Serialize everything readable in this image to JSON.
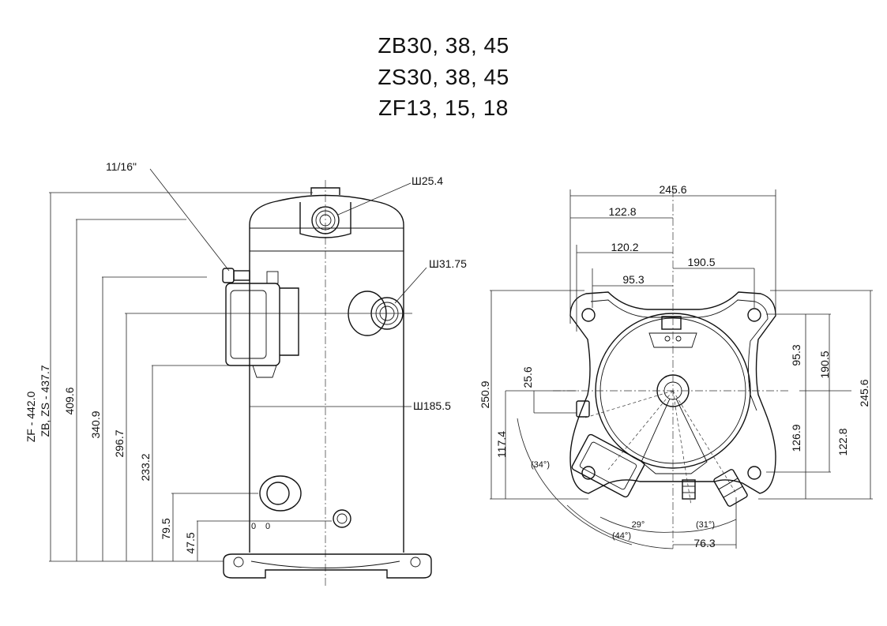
{
  "models": [
    "ZB30, 38, 45",
    "ZS30, 38, 45",
    "ZF13, 15, 18"
  ],
  "side_view": {
    "fitting_label": "11/16\"",
    "discharge_dia": "Ш25.4",
    "suction_dia": "Ш31.75",
    "shell_dia": "Ш185.5",
    "height_zf": "ZF - 442.0",
    "height_zb_zs": "ZB, ZS - 437.7",
    "h_409_6": "409.6",
    "h_340_9": "340.9",
    "h_296_7": "296.7",
    "h_233_2": "233.2",
    "h_79_5": "79.5",
    "h_47_5": "47.5"
  },
  "top_view": {
    "w_245_6": "245.6",
    "w_122_8": "122.8",
    "w_120_2": "120.2",
    "w_190_5": "190.5",
    "w_95_3": "95.3",
    "v_250_9": "250.9",
    "v_25_6": "25.6",
    "v_117_4": "117.4",
    "r_95_3": "95.3",
    "r_190_5": "190.5",
    "r_245_6": "245.6",
    "r_126_9": "126.9",
    "r_122_8": "122.8",
    "b_76_3": "76.3",
    "angle_34": "(34°)",
    "angle_29": "29°",
    "angle_31": "(31°)",
    "angle_44": "(44°)"
  }
}
